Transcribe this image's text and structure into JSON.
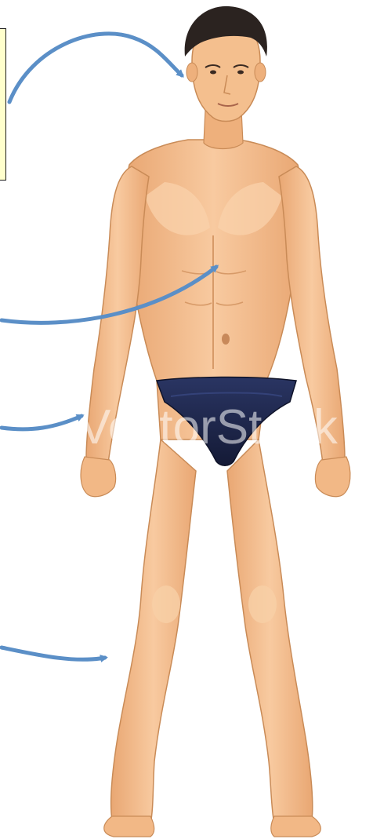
{
  "watermark": {
    "text": "VectorStock"
  },
  "colors": {
    "skin": "#f5c08d",
    "skin_shade": "#e3a06a",
    "skin_highlight": "#fbdcbc",
    "hair": "#2b2320",
    "briefs": "#1e2647",
    "arrow": "#5b8fc7",
    "label_fill": "#ffffcc",
    "label_border": "#1a1a1a"
  },
  "annotations": [
    {
      "target": "head",
      "icon": "arrow-icon"
    },
    {
      "target": "chest",
      "icon": "arrow-icon"
    },
    {
      "target": "hand",
      "icon": "arrow-icon"
    },
    {
      "target": "leg",
      "icon": "arrow-icon"
    }
  ]
}
